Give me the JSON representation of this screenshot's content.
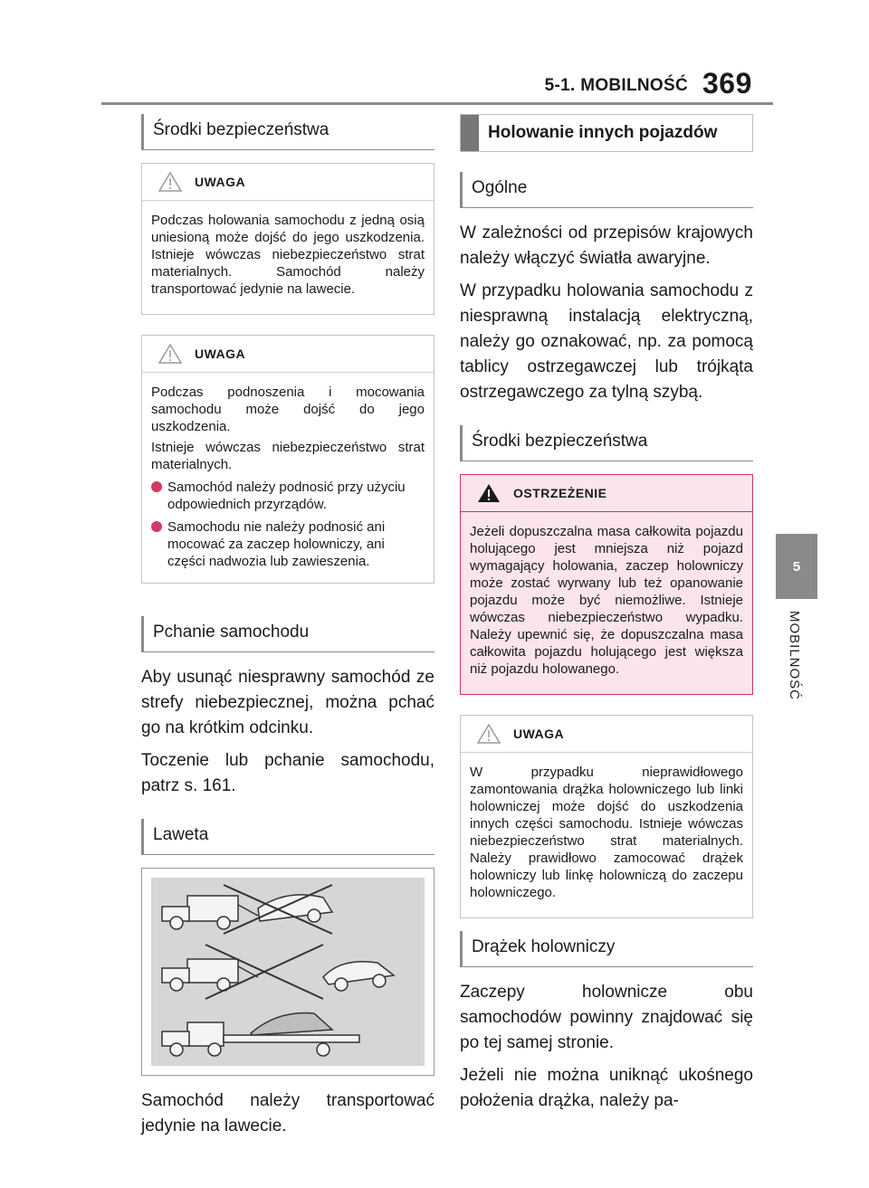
{
  "header": {
    "section": "5-1. MOBILNOŚĆ",
    "page_number": "369"
  },
  "side": {
    "tab_number": "5",
    "tab_label": "MOBILNOŚĆ"
  },
  "left": {
    "heading1": "Środki bezpieczeństwa",
    "notice1": {
      "label": "UWAGA",
      "text": "Podczas holowania samochodu z jedną osią uniesioną może dojść do jego uszkodzenia. Istnieje wówczas niebezpieczeństwo strat materialnych. Samochód należy transportować jedynie na lawecie."
    },
    "notice2": {
      "label": "UWAGA",
      "text1": "Podczas podnoszenia i mocowania samochodu może dojść do jego uszkodzenia.",
      "text2": "Istnieje wówczas niebezpieczeństwo strat materialnych.",
      "bullets": [
        "Samochód należy podnosić przy użyciu odpowiednich przyrządów.",
        "Samochodu nie należy podnosić ani mocować za zaczep holowniczy, ani części nadwozia lub zawieszenia."
      ]
    },
    "heading2": "Pchanie samochodu",
    "push_text1": "Aby usunąć niesprawny samochód ze strefy niebezpiecznej, można pchać go na krótkim odcinku.",
    "push_text2": "Toczenie lub pchanie samochodu, patrz s. 161.",
    "heading3": "Laweta",
    "laweta_text": "Samochód należy transportować jedynie na lawecie."
  },
  "right": {
    "heading_main": "Holowanie innych pojazdów",
    "heading1": "Ogólne",
    "general_text1": "W zależności od przepisów krajowych należy włączyć światła awaryjne.",
    "general_text2": "W przypadku holowania samochodu z niesprawną instalacją elektryczną, należy go oznakować, np. za pomocą tablicy ostrzegawczej lub trójkąta ostrzegawczego za tylną szybą.",
    "heading2": "Środki bezpieczeństwa",
    "warning": {
      "label": "OSTRZEŻENIE",
      "text": "Jeżeli dopuszczalna masa całkowita pojazdu holującego jest mniejsza niż pojazd wymagający holowania, zaczep holowniczy może zostać wyrwany lub też opanowanie pojazdu może być niemożliwe. Istnieje wówczas niebezpieczeństwo wypadku. Należy upewnić się, że dopuszczalna masa całkowita pojazdu holującego jest większa niż pojazdu holowanego."
    },
    "notice": {
      "label": "UWAGA",
      "text": "W przypadku nieprawidłowego zamontowania drążka holowniczego lub linki holowniczej może dojść do uszkodzenia innych części samochodu. Istnieje wówczas niebezpieczeństwo strat materialnych. Należy prawidłowo zamocować drążek holowniczy lub linkę holowniczą do zaczepu holowniczego."
    },
    "heading3": "Drążek holowniczy",
    "bar_text1": "Zaczepy holownicze obu samochodów powinny znajdować się po tej samej stronie.",
    "bar_text2": "Jeżeli nie można uniknąć ukośnego położenia drążka, należy pa-"
  },
  "colors": {
    "accent_pink": "#d23a63",
    "warn_bg": "#fbe4ea",
    "gray": "#8a8a8a"
  }
}
